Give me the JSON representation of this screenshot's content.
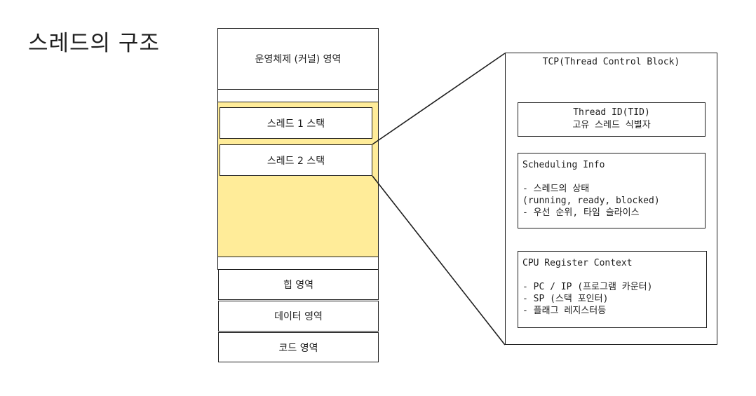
{
  "title": "스레드의 구조",
  "memory": {
    "os_area": "운영체제 (커널) 영역",
    "thread1_stack": "스레드 1 스택",
    "thread2_stack": "스레드 2 스택",
    "heap_area": "힙 영역",
    "data_area": "데이터 영역",
    "code_area": "코드 영역",
    "stack_area_color": "#ffec99"
  },
  "tcb": {
    "title": "TCP(Thread Control Block)",
    "thread_id": {
      "line1": "Thread ID(TID)",
      "line2": "고유 스레드 식별자"
    },
    "scheduling": {
      "heading": "Scheduling Info",
      "line1": "- 스레드의 상태",
      "line2": "(running, ready, blocked)",
      "line3": "- 우선 순위, 타임 슬라이스"
    },
    "registers": {
      "heading": "CPU Register Context",
      "line1": "- PC / IP (프로그램 카운터)",
      "line2": "- SP (스택 포인터)",
      "line3": "- 플래그 레지스터등"
    }
  }
}
